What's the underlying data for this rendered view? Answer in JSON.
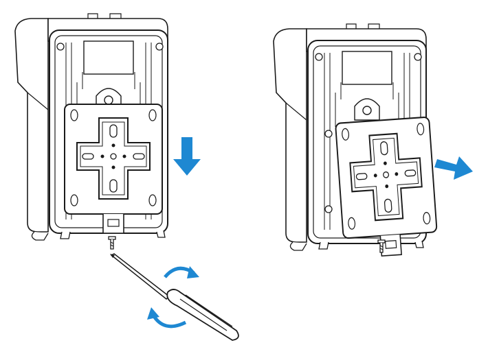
{
  "figure": {
    "panels": [
      {
        "id": "step-1",
        "action": "remove-screw",
        "arrow_direction": "down"
      },
      {
        "id": "step-2",
        "action": "slide-plate-out",
        "arrow_direction": "right"
      }
    ],
    "tool": "screwdriver-icon",
    "colors": {
      "line": "#1a1a1a",
      "fill": "#ffffff",
      "shade": "#d9d9d9",
      "arrow": "#1e88d2"
    }
  }
}
